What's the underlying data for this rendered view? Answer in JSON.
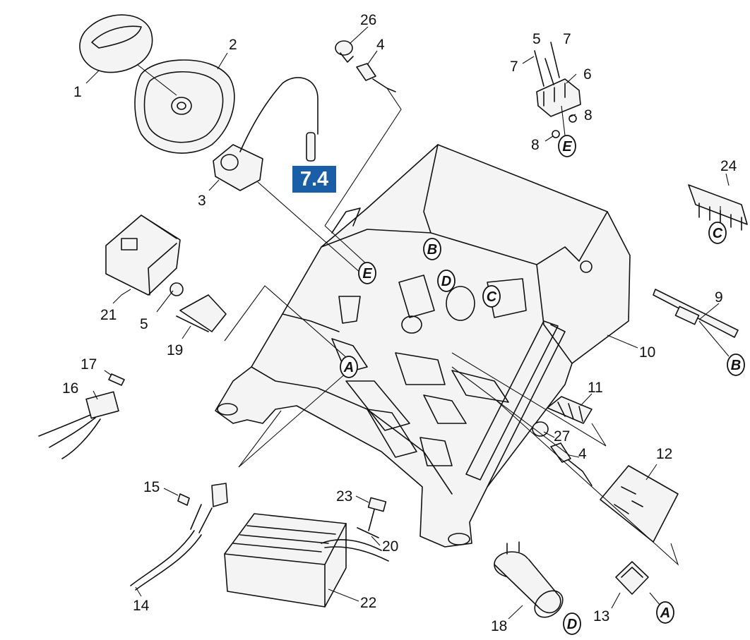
{
  "colors": {
    "reference_box": "#1a5ea8",
    "line": "#111111"
  },
  "reference": {
    "label": "7.4"
  },
  "part_labels": {
    "p1": "1",
    "p2": "2",
    "p3": "3",
    "p4a": "4",
    "p4b": "4",
    "p5a": "5",
    "p5b": "5",
    "p6": "6",
    "p7a": "7",
    "p7b": "7",
    "p8a": "8",
    "p8b": "8",
    "p9": "9",
    "p10": "10",
    "p11": "11",
    "p12": "12",
    "p13": "13",
    "p14": "14",
    "p15": "15",
    "p16": "16",
    "p17": "17",
    "p18": "18",
    "p19": "19",
    "p20": "20",
    "p21": "21",
    "p22": "22",
    "p23": "23",
    "p24": "24",
    "p26": "26",
    "p27": "27"
  },
  "connection_callouts": {
    "a_housing": "A",
    "a_switch": "A",
    "b_housing": "B",
    "b_bar": "B",
    "c_housing": "C",
    "c_comb": "C",
    "d_housing": "D",
    "d_capacitor": "D",
    "e_housing": "E",
    "e_bracket": "E"
  }
}
